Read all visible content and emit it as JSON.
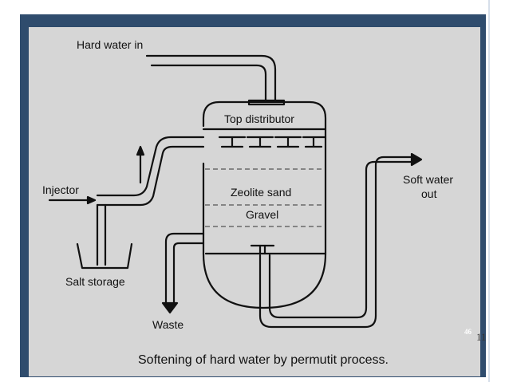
{
  "diagram": {
    "labels": {
      "hard_water_in": "Hard water in",
      "top_distributor": "Top distributor",
      "injector": "Injector",
      "zeolite_sand": "Zeolite sand",
      "gravel": "Gravel",
      "soft_water_out_line1": "Soft water",
      "soft_water_out_line2": "out",
      "salt_storage": "Salt storage",
      "waste": "Waste"
    },
    "caption": "Softening of hard water by permutit process."
  },
  "slide": {
    "slide_number": "46",
    "page_number": "11"
  },
  "colors": {
    "frame": "#2f4c6d",
    "diagram_bg": "#d6d6d6",
    "ink": "#111111"
  }
}
